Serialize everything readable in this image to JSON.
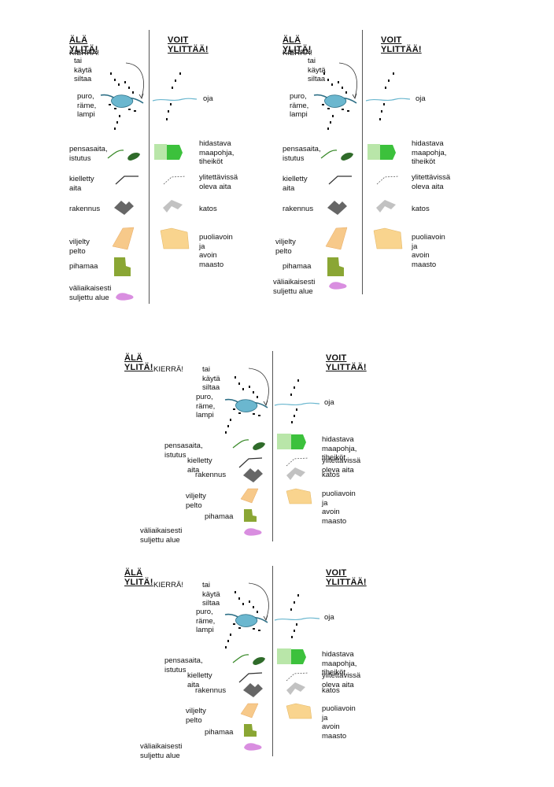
{
  "legends": [
    {
      "heading_left": "ÄLÄ YLITÄ!",
      "heading_right": "VOIT YLITTÄÄ!",
      "detour": "KIERRÄ!",
      "bridge": "tai käytä siltaa",
      "water": "puro,\nräme,\nlampi",
      "ditch": "oja",
      "hedge": "pensasaita,\nistutus",
      "slow_ground": "hidastava\nmaapohja,\ntiheiköt",
      "forbidden_fence": "kielletty\naita",
      "crossable_fence": "ylitettävissä\noleva aita",
      "building": "rakennus",
      "shelter": "katos",
      "field": "viljelty pelto",
      "open_terrain": "puoliavoin ja\navoin maasto",
      "yard": "pihamaa",
      "closed_area": "väliaikaisesti\nsuljettu alue"
    },
    {
      "heading_left": "ÄLÄ YLITÄ!",
      "heading_right": "VOIT YLITTÄÄ!",
      "detour": "KIERRÄ!",
      "bridge": "tai käytä siltaa",
      "water": "puro,\nräme,\nlampi",
      "ditch": "oja",
      "hedge": "pensasaita,\nistutus",
      "slow_ground": "hidastava\nmaapohja,\ntiheiköt",
      "forbidden_fence": "kielletty\naita",
      "crossable_fence": "ylitettävissä\noleva aita",
      "building": "rakennus",
      "shelter": "katos",
      "field": "viljelty pelto",
      "open_terrain": "puoliavoin ja\navoin maasto",
      "yard": "pihamaa",
      "closed_area": "väliaikaisesti\nsuljettu alue"
    },
    {
      "heading_left": "ÄLÄ YLITÄ!",
      "heading_right": "VOIT YLITTÄÄ!",
      "detour": "KIERRÄ!",
      "bridge": "tai käytä siltaa",
      "water": "puro,\nräme,\nlampi",
      "ditch": "oja",
      "hedge": "pensasaita, istutus",
      "slow_ground": "hidastava maapohja,\ntiheiköt",
      "forbidden_fence": "kielletty aita",
      "crossable_fence": "ylitettävissä oleva aita",
      "building": "rakennus",
      "shelter": "katos",
      "field": "viljelty pelto",
      "open_terrain": "puoliavoin ja\navoin maasto",
      "yard": "pihamaa",
      "closed_area": "väliaikaisesti suljettu alue"
    },
    {
      "heading_left": "ÄLÄ YLITÄ!",
      "heading_right": "VOIT YLITTÄÄ!",
      "detour": "KIERRÄ!",
      "bridge": "tai käytä siltaa",
      "water": "puro,\nräme,\nlampi",
      "ditch": "oja",
      "hedge": "pensasaita, istutus",
      "slow_ground": "hidastava maapohja,\ntiheiköt",
      "forbidden_fence": "kielletty aita",
      "crossable_fence": "ylitettävissä oleva aita",
      "building": "rakennus",
      "shelter": "katos",
      "field": "viljelty pelto",
      "open_terrain": "puoliavoin ja\navoin maasto",
      "yard": "pihamaa",
      "closed_area": "väliaikaisesti suljettu alue"
    }
  ],
  "colors": {
    "water": "#6bb7cf",
    "hedge_line": "#3a8a2a",
    "hedge_blob": "#2f6b2a",
    "slow_ground": "#3cc13c",
    "slow_ground_light": "#b9e6a9",
    "fence": "#333333",
    "building": "#666666",
    "shelter": "#c2c2c2",
    "field": "#f7c98a",
    "open_terrain": "#f9d48e",
    "yard": "#8aa634",
    "closed_area": "#d98ee0",
    "footprint": "#111111"
  }
}
